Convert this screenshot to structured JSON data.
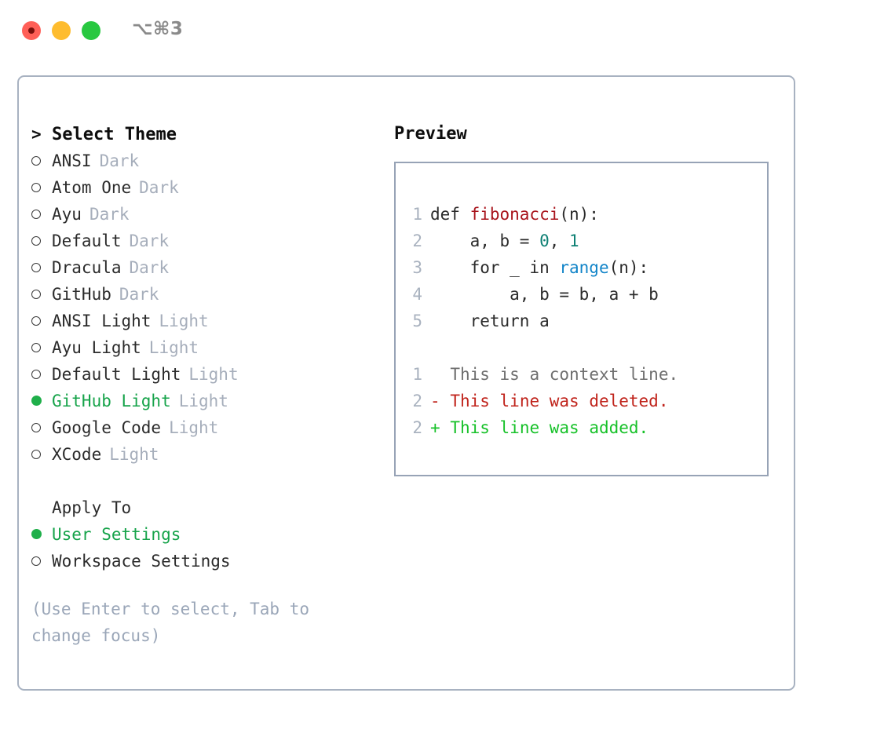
{
  "window": {
    "shortcut": "⌥⌘3",
    "traffic_lights": [
      {
        "name": "close",
        "color": "#ff5f57"
      },
      {
        "name": "minimize",
        "color": "#febc2e"
      },
      {
        "name": "zoom",
        "color": "#28c840"
      }
    ]
  },
  "theme_picker": {
    "header": {
      "prompt": ">",
      "title": "Select Theme"
    },
    "items": [
      {
        "marker": "o",
        "selected": false,
        "name": "ANSI",
        "variant": "Dark"
      },
      {
        "marker": "o",
        "selected": false,
        "name": "Atom One",
        "variant": "Dark"
      },
      {
        "marker": "o",
        "selected": false,
        "name": "Ayu",
        "variant": "Dark"
      },
      {
        "marker": "o",
        "selected": false,
        "name": "Default",
        "variant": "Dark"
      },
      {
        "marker": "o",
        "selected": false,
        "name": "Dracula",
        "variant": "Dark"
      },
      {
        "marker": "o",
        "selected": false,
        "name": "GitHub",
        "variant": "Dark"
      },
      {
        "marker": "o",
        "selected": false,
        "name": "ANSI Light",
        "variant": "Light"
      },
      {
        "marker": "o",
        "selected": false,
        "name": "Ayu Light",
        "variant": "Light"
      },
      {
        "marker": "o",
        "selected": false,
        "name": "Default Light",
        "variant": "Light"
      },
      {
        "marker": "●",
        "selected": true,
        "name": "GitHub Light",
        "variant": "Light"
      },
      {
        "marker": "o",
        "selected": false,
        "name": "Google Code",
        "variant": "Light"
      },
      {
        "marker": "o",
        "selected": false,
        "name": "XCode",
        "variant": "Light"
      }
    ]
  },
  "apply_to": {
    "title": "Apply To",
    "options": [
      {
        "marker": "●",
        "selected": true,
        "label": "User Settings"
      },
      {
        "marker": "o",
        "selected": false,
        "label": "Workspace Settings"
      }
    ]
  },
  "hint": "(Use Enter to select, Tab to change focus)",
  "preview": {
    "title": "Preview",
    "code_lines": [
      {
        "no": "1",
        "indent": "",
        "segments": [
          {
            "text": "def ",
            "type": "kw"
          },
          {
            "text": "fibonacci",
            "type": "func"
          },
          {
            "text": "(n):",
            "type": "plain"
          }
        ]
      },
      {
        "no": "2",
        "indent": "    ",
        "segments": [
          {
            "text": "a, b = ",
            "type": "plain"
          },
          {
            "text": "0",
            "type": "num"
          },
          {
            "text": ", ",
            "type": "plain"
          },
          {
            "text": "1",
            "type": "num"
          }
        ]
      },
      {
        "no": "3",
        "indent": "    ",
        "segments": [
          {
            "text": "for _ in ",
            "type": "kw"
          },
          {
            "text": "range",
            "type": "call"
          },
          {
            "text": "(n):",
            "type": "plain"
          }
        ]
      },
      {
        "no": "4",
        "indent": "        ",
        "segments": [
          {
            "text": "a, b = b, a + b",
            "type": "plain"
          }
        ]
      },
      {
        "no": "5",
        "indent": "    ",
        "segments": [
          {
            "text": "return a",
            "type": "kw"
          }
        ]
      }
    ],
    "diff_lines": [
      {
        "no": "1",
        "sign": " ",
        "text": "This is a context line.",
        "kind": "context"
      },
      {
        "no": "2",
        "sign": "-",
        "text": "This line was deleted.",
        "kind": "deleted"
      },
      {
        "no": "2",
        "sign": "+",
        "text": "This line was added.",
        "kind": "added"
      }
    ]
  },
  "colors": {
    "accent_green": "#16a34a",
    "bullet_green": "#1faf4a",
    "muted": "#a6aebb",
    "hint": "#9aa6b8",
    "border": "#a8b2c1",
    "preview_border": "#97a3b6",
    "diff_add": "#17c129",
    "diff_del": "#c0241c",
    "syntax_func": "#a8131b",
    "syntax_num": "#0e8074",
    "syntax_call": "#1184c8"
  }
}
